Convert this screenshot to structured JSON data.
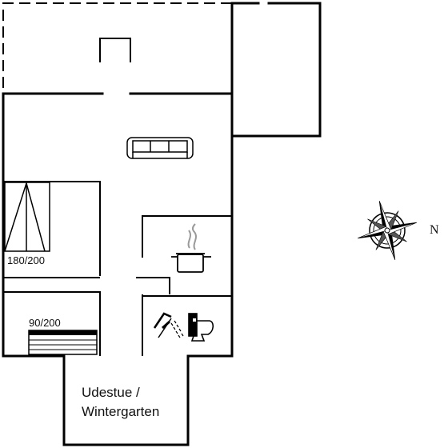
{
  "beds": {
    "double": "180/200",
    "single": "90/200"
  },
  "conservatory": {
    "line1": "Udestue /",
    "line2": "Wintergarten"
  },
  "compass": {
    "north_label": "N"
  },
  "colors": {
    "wall": "#000000",
    "background": "#ffffff",
    "steam": "#9a9a9a"
  },
  "icons": [
    "sofa-icon",
    "cooking-pot-icon",
    "shower-icon",
    "toilet-icon",
    "compass-rose-icon"
  ]
}
